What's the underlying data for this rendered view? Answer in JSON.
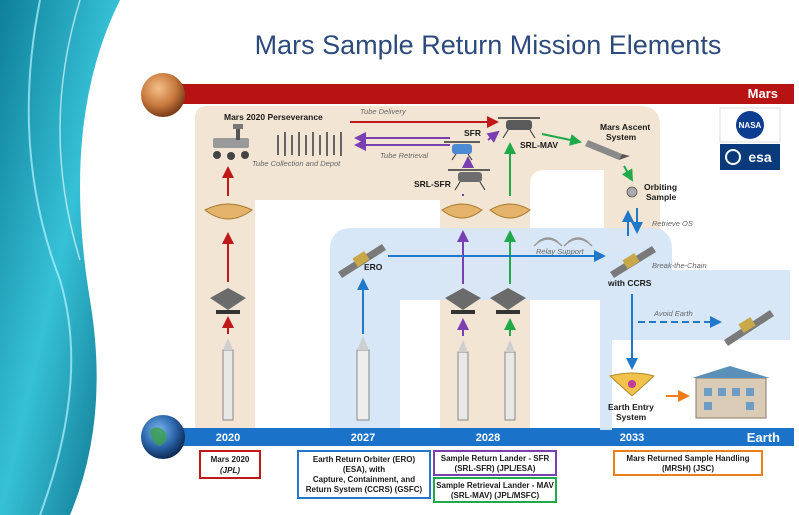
{
  "title": "Mars Sample Return Mission Elements",
  "bands": {
    "mars": "Mars",
    "earth": "Earth"
  },
  "logos": {
    "nasa": "NASA",
    "esa": "esa"
  },
  "years": [
    "2020",
    "2027",
    "2028",
    "2033"
  ],
  "labels": {
    "perseverance": "Mars 2020 Perseverance",
    "tube_collection": "Tube Collection and Depot",
    "tube_delivery": "Tube Delivery",
    "tube_retrieval": "Tube Retrieval",
    "sfr": "SFR",
    "srl_sfr": "SRL-SFR",
    "srl_mav": "SRL-MAV",
    "mars_ascent_1": "Mars Ascent",
    "mars_ascent_2": "System",
    "orbiting_1": "Orbiting",
    "orbiting_2": "Sample",
    "retrieve_os": "Retrieve OS",
    "break_chain": "Break-the-Chain",
    "relay_support": "Relay Support",
    "ero": "ERO",
    "with_ccrs": "with CCRS",
    "avoid_earth": "Avoid Earth",
    "earth_entry_1": "Earth Entry",
    "earth_entry_2": "System"
  },
  "boxes": {
    "mars2020_l1": "Mars 2020",
    "mars2020_l2": "(JPL)",
    "ero_l1": "Earth Return Orbiter (ERO)",
    "ero_l2": "(ESA), with",
    "ero_l3": "Capture, Containment, and",
    "ero_l4": "Return System (CCRS) (GSFC)",
    "srl_sfr_l1": "Sample Return Lander - SFR",
    "srl_sfr_l2": "(SRL-SFR) (JPL/ESA)",
    "srl_mav_l1": "Sample Retrieval Lander - MAV",
    "srl_mav_l2": "(SRL-MAV) (JPL/MSFC)",
    "mrsh_l1": "Mars Returned Sample Handling",
    "mrsh_l2": "(MRSH) (JSC)"
  },
  "colors": {
    "mars_band": "#b81313",
    "earth_band": "#1a73c9",
    "title": "#2c4a7c",
    "tan_path": "#f3e5d3",
    "blue_path": "#d6e6f7",
    "red_arrow": "#c0191a",
    "blue_arrow": "#1f78c8",
    "purple_arrow": "#7a3fb0",
    "green_arrow": "#1faa4a",
    "orange_arrow": "#f07d1a",
    "box_red": "#c0191a",
    "box_blue": "#1f78c8",
    "box_purple": "#7a3fb0",
    "box_green": "#1faa4a",
    "box_orange": "#f07d1a"
  },
  "icons": [
    "mars-planet-icon",
    "earth-planet-icon",
    "rover-icon",
    "helicopter-icon",
    "lander-icon",
    "rocket-icon",
    "orbiter-icon",
    "aeroshell-icon",
    "building-icon",
    "nasa-logo-icon",
    "esa-logo-icon"
  ]
}
